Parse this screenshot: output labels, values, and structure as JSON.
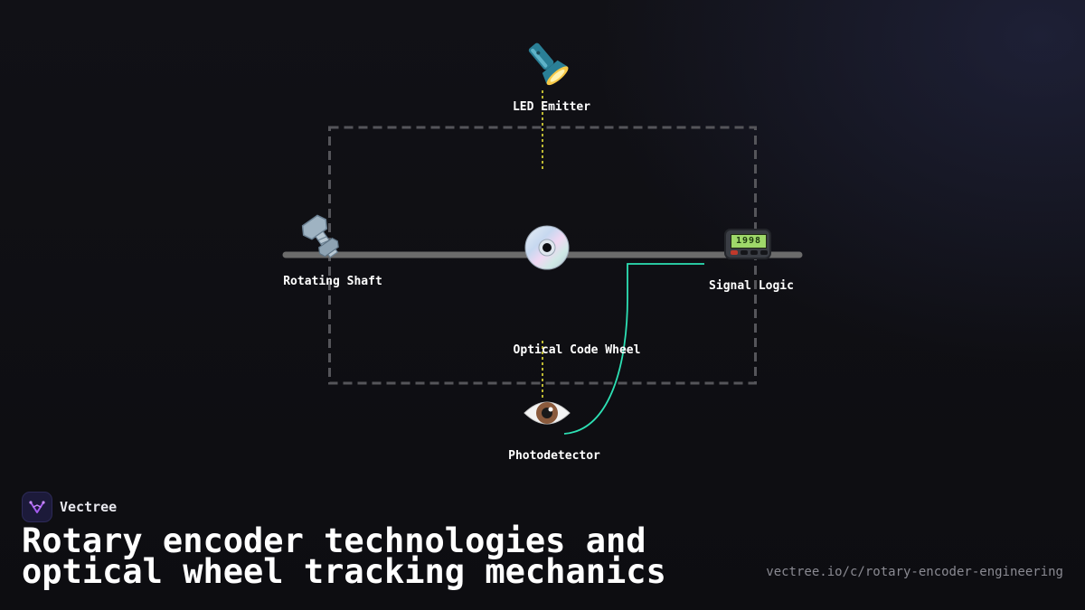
{
  "diagram": {
    "nodes": {
      "led_emitter": {
        "label": "LED Emitter",
        "icon": "flashlight-icon"
      },
      "rotating_shaft": {
        "label": "Rotating Shaft",
        "icon": "nut-and-bolt-icon"
      },
      "optical_code_wheel": {
        "label": "Optical Code Wheel",
        "icon": "optical-disc-icon"
      },
      "signal_logic": {
        "label": "Signal Logic",
        "icon": "pager-icon",
        "screen": "1998"
      },
      "photodetector": {
        "label": "Photodetector",
        "icon": "eye-icon"
      }
    },
    "colors": {
      "shaft": "#6b6b6b",
      "housing_dash": "#55555a",
      "light_path": "#e8e23a",
      "signal_wire": "#2de0b4"
    }
  },
  "brand": {
    "name": "Vectree",
    "logo_icon": "vectree-logo-icon"
  },
  "title": {
    "line1": "Rotary encoder technologies and",
    "line2": "optical wheel tracking mechanics"
  },
  "url": "vectree.io/c/rotary-encoder-engineering"
}
